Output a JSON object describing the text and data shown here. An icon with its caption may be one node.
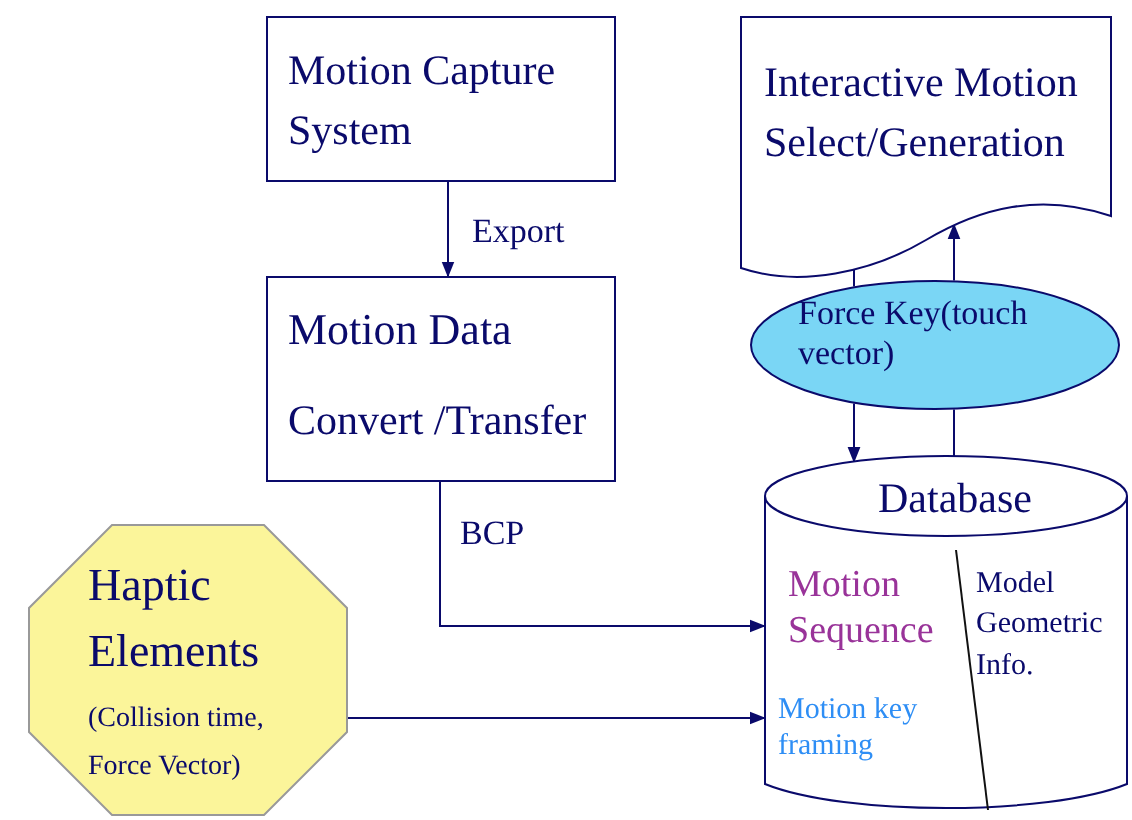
{
  "diagram": {
    "nodes": [
      {
        "text": [
          "Motion Capture System"
        ]
      },
      {
        "text": [
          "Motion Data",
          "Convert /Transfer"
        ]
      },
      {
        "text": [
          "Interactive Motion Select/Generation"
        ]
      },
      {
        "text": [
          "Force Key(touch vector)"
        ]
      },
      {
        "text": [
          "Database",
          "Motion Sequence",
          "Model Geometric Info.",
          "Motion key framing"
        ]
      },
      {
        "text": [
          "Haptic Elements",
          "(Collision time, Force Vector)"
        ]
      }
    ],
    "edges": [
      {
        "from": 0,
        "to": 1,
        "arrow": "to",
        "label": "Export"
      },
      {
        "from": 1,
        "to": 4,
        "arrow": "to",
        "label": "BCP"
      },
      {
        "from": 5,
        "to": 4,
        "arrow": "to"
      },
      {
        "from": 2,
        "to": 3,
        "arrow": "none"
      },
      {
        "from": 3,
        "to": 4,
        "arrow": "to"
      },
      {
        "from": 4,
        "to": 3,
        "arrow": "none"
      },
      {
        "from": 3,
        "to": 2,
        "arrow": "to"
      }
    ]
  }
}
